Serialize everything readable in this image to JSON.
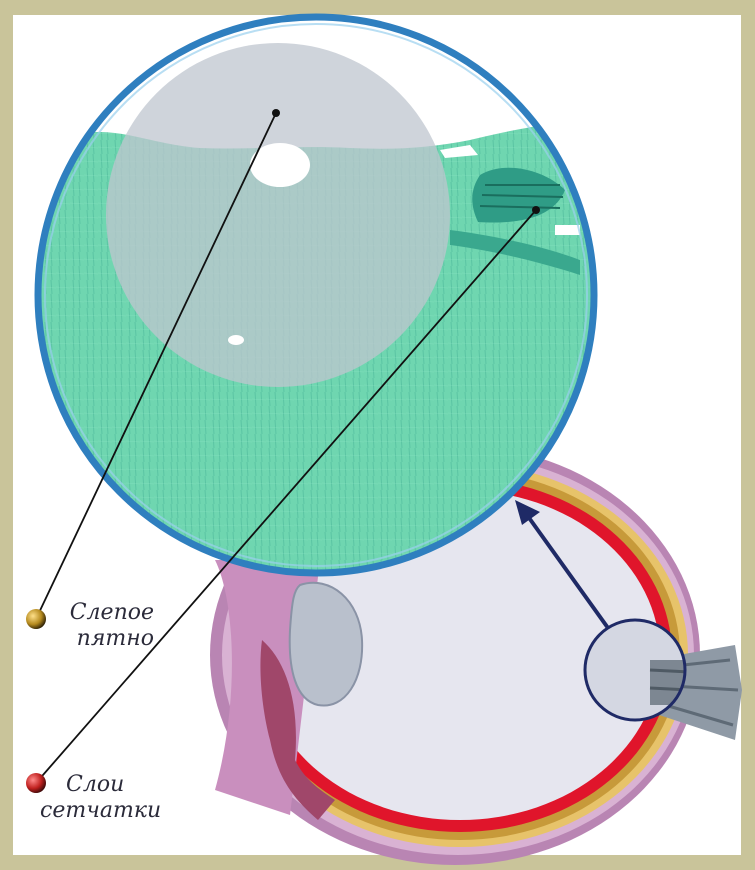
{
  "labels": {
    "blind_spot": [
      "Слепое",
      "пятно"
    ],
    "retina_layers": [
      "Слои",
      "сетчатки"
    ]
  },
  "colors": {
    "frame": "#c9c49a",
    "panel": "#ffffff",
    "lens_ring": "#2f7fbf",
    "tissue": "#6fd6b0",
    "tissue_dark": "#2f9c86",
    "blind_spot_disc": "#d0d0d8",
    "eye_outer": "#b985b3",
    "eye_red": "#e0152b",
    "eye_yellow": "#e7c36a",
    "arrow": "#1f2a66",
    "marker_blind_spot": "#b58a1e",
    "marker_retina": "#c0211f"
  }
}
